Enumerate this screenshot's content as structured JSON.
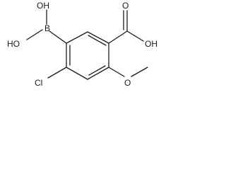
{
  "structure": {
    "atoms": {
      "boron": "B",
      "boron_oh_top": "OH",
      "boron_ho_left": "HO",
      "carboxyl_o": "O",
      "carboxyl_oh": "OH",
      "chlorine": "Cl",
      "methoxy_o": "O"
    }
  },
  "colors": {
    "ink": "#1a1a1a",
    "background": "#ffffff"
  }
}
